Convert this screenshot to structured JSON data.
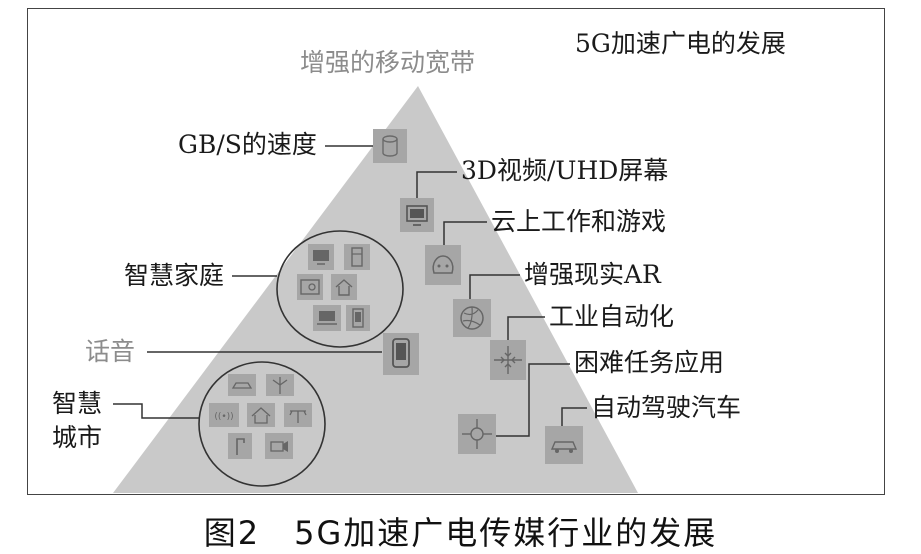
{
  "figure": {
    "corner_title": "5G加速广电的发展",
    "apex_label": "增强的移动宽带",
    "caption": "图2　5G加速广电传媒行业的发展"
  },
  "labels": {
    "speed": "GB/S的速度",
    "video": "3D视频/UHD屏幕",
    "cloud": "云上工作和游戏",
    "ar": "增强现实AR",
    "industry": "工业自动化",
    "mission": "困难任务应用",
    "car": "自动驾驶汽车",
    "smart_home": "智慧家庭",
    "voice": "话音",
    "smart_city_1": "智慧",
    "smart_city_2": "城市"
  },
  "icons": {
    "speed": "database-cylinder-icon",
    "video": "monitor-screen-icon",
    "cloud": "game-controller-icon",
    "ar": "globe-icon",
    "industry": "arrows-converge-icon",
    "mission": "crosshair-network-icon",
    "car": "car-icon",
    "voice": "smartphone-icon",
    "home_set": [
      "tv-icon",
      "fridge-icon",
      "washer-icon",
      "house-icon",
      "laptop-icon",
      "phone-icon"
    ],
    "city_set": [
      "car-icon",
      "windmill-icon",
      "signal-icon",
      "house-icon",
      "traffic-light-icon",
      "streetlight-icon",
      "camera-icon"
    ]
  },
  "colors": {
    "triangle": "#c9c9c9",
    "icon_bg": "#a6a6a6",
    "icon_stroke": "#6a6a6a",
    "leader": "#333333",
    "grey_text": "#8c8c8c"
  }
}
